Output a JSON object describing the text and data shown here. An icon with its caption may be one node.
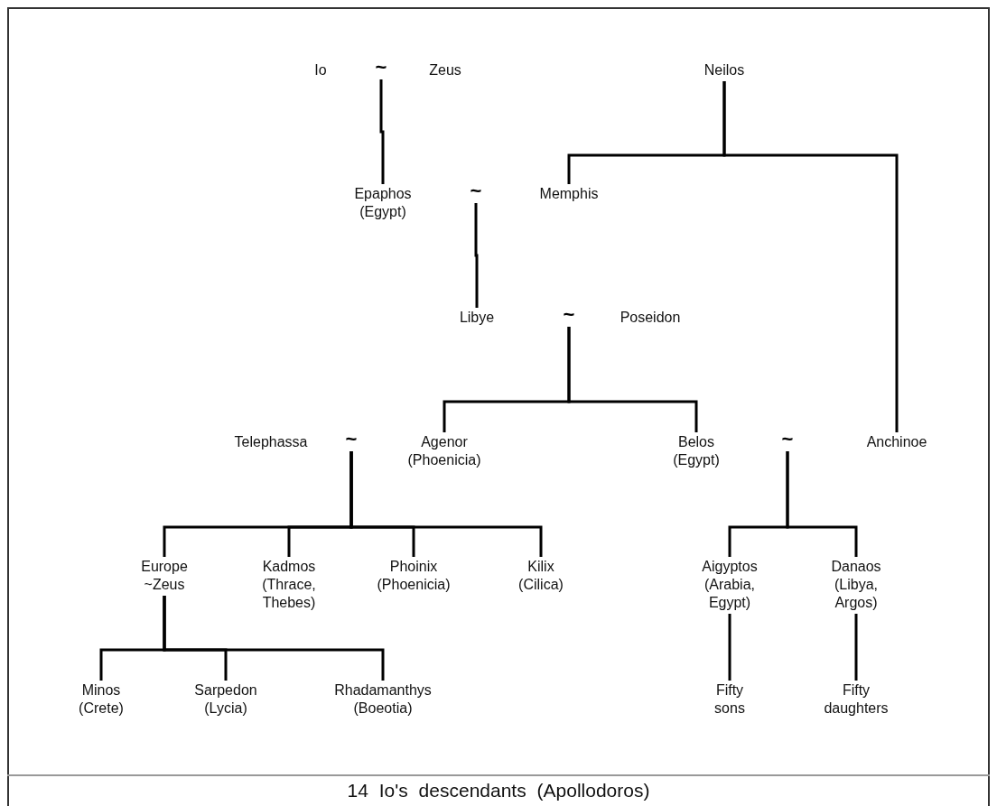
{
  "diagram": {
    "caption": "14 Io's descendants (Apollodoros)",
    "nodes": [
      {
        "text": [
          "Io"
        ]
      },
      {
        "text": [
          "~"
        ]
      },
      {
        "text": [
          "Zeus"
        ]
      },
      {
        "text": [
          "Neilos"
        ]
      },
      {
        "text": [
          "Epaphos (Egypt)"
        ]
      },
      {
        "text": [
          "~"
        ]
      },
      {
        "text": [
          "Memphis"
        ]
      },
      {
        "text": [
          "Libye"
        ]
      },
      {
        "text": [
          "~"
        ]
      },
      {
        "text": [
          "Poseidon"
        ]
      },
      {
        "text": [
          "Telephassa"
        ]
      },
      {
        "text": [
          "~"
        ]
      },
      {
        "text": [
          "Agenor (Phoenicia)"
        ]
      },
      {
        "text": [
          "Belos (Egypt)"
        ]
      },
      {
        "text": [
          "~"
        ]
      },
      {
        "text": [
          "Anchinoe"
        ]
      },
      {
        "text": [
          "Europe ~Zeus"
        ]
      },
      {
        "text": [
          "Kadmos (Thrace, Thebes)"
        ]
      },
      {
        "text": [
          "Phoinix (Phoenicia)"
        ]
      },
      {
        "text": [
          "Kilix (Cilica)"
        ]
      },
      {
        "text": [
          "Aigyptos (Arabia, Egypt)"
        ]
      },
      {
        "text": [
          "Danaos (Libya, Argos)"
        ]
      },
      {
        "text": [
          "Minos (Crete)"
        ]
      },
      {
        "text": [
          "Sarpedon (Lycia)"
        ]
      },
      {
        "text": [
          "Rhadamanthys (Boeotia)"
        ]
      },
      {
        "text": [
          "Fifty sons"
        ]
      },
      {
        "text": [
          "Fifty daughters"
        ]
      }
    ],
    "edges": [
      {
        "from": 1,
        "to": 4,
        "arrow": "none"
      },
      {
        "from": 3,
        "to": 6,
        "arrow": "none"
      },
      {
        "from": 3,
        "to": 15,
        "arrow": "none"
      },
      {
        "from": 5,
        "to": 7,
        "arrow": "none"
      },
      {
        "from": 8,
        "to": 12,
        "arrow": "none"
      },
      {
        "from": 8,
        "to": 13,
        "arrow": "none"
      },
      {
        "from": 11,
        "to": 16,
        "arrow": "none"
      },
      {
        "from": 11,
        "to": 17,
        "arrow": "none"
      },
      {
        "from": 11,
        "to": 18,
        "arrow": "none"
      },
      {
        "from": 11,
        "to": 19,
        "arrow": "none"
      },
      {
        "from": 14,
        "to": 20,
        "arrow": "none"
      },
      {
        "from": 14,
        "to": 21,
        "arrow": "none"
      },
      {
        "from": 16,
        "to": 22,
        "arrow": "none"
      },
      {
        "from": 16,
        "to": 23,
        "arrow": "none"
      },
      {
        "from": 16,
        "to": 24,
        "arrow": "none"
      },
      {
        "from": 20,
        "to": 25,
        "arrow": "none"
      },
      {
        "from": 21,
        "to": 26,
        "arrow": "none"
      }
    ]
  }
}
